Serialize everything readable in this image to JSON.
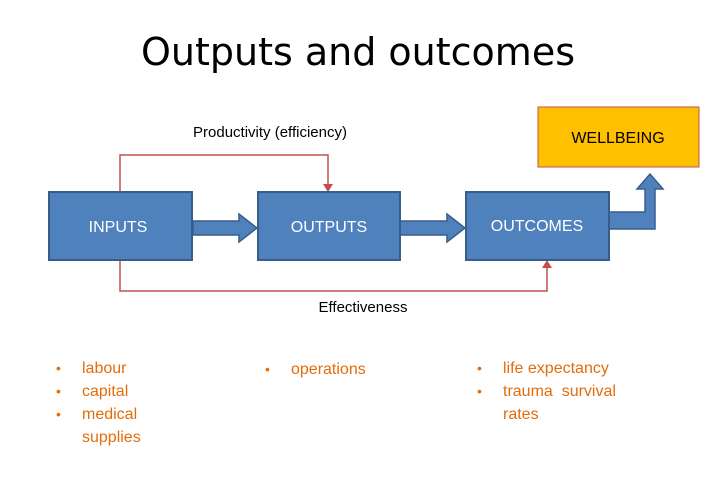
{
  "title": "Outputs and outcomes",
  "colors": {
    "box_fill": "#4f81bd",
    "box_stroke": "#385d8a",
    "wellbeing_fill": "#ffc000",
    "wellbeing_stroke": "#c0504d",
    "connector": "#c0504d",
    "bullet_text": "#e46c0a"
  },
  "boxes": {
    "inputs": "INPUTS",
    "outputs": "OUTPUTS",
    "outcomes": "OUTCOMES",
    "wellbeing": "WELLBEING"
  },
  "connectors": {
    "productivity": "Productivity (efficiency)",
    "effectiveness": "Effectiveness"
  },
  "lists": {
    "inputs": [
      "labour",
      "capital",
      "medical supplies"
    ],
    "outputs": [
      "operations"
    ],
    "outcomes": [
      "life expectancy",
      "trauma  survival rates"
    ]
  }
}
